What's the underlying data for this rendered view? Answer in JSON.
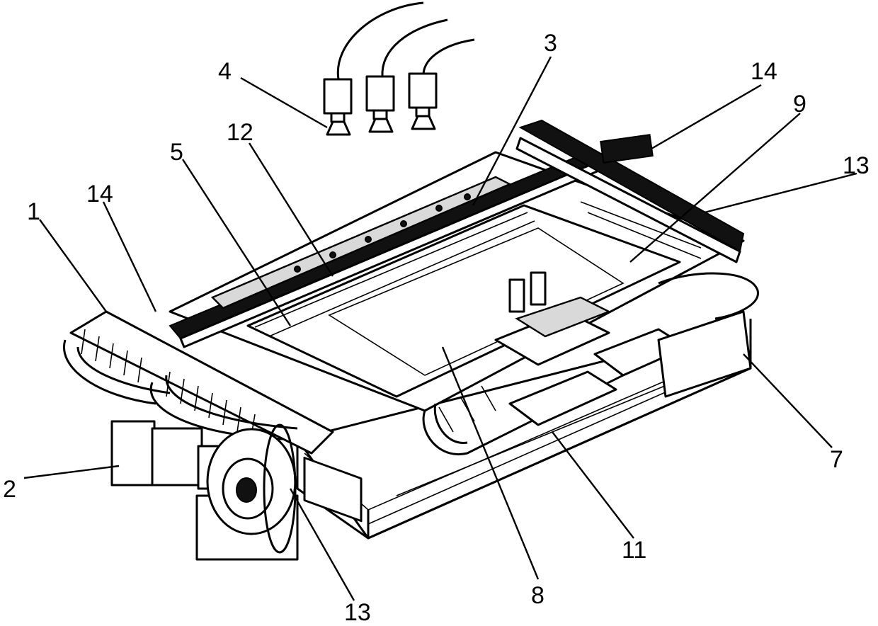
{
  "figure": {
    "labels": [
      {
        "id": "label-1",
        "text": "1"
      },
      {
        "id": "label-2",
        "text": "2"
      },
      {
        "id": "label-3",
        "text": "3"
      },
      {
        "id": "label-4",
        "text": "4"
      },
      {
        "id": "label-5",
        "text": "5"
      },
      {
        "id": "label-7",
        "text": "7"
      },
      {
        "id": "label-8",
        "text": "8"
      },
      {
        "id": "label-9",
        "text": "9"
      },
      {
        "id": "label-11",
        "text": "11"
      },
      {
        "id": "label-12",
        "text": "12"
      },
      {
        "id": "label-13-right",
        "text": "13"
      },
      {
        "id": "label-13-bottom",
        "text": "13"
      },
      {
        "id": "label-14-right",
        "text": "14"
      },
      {
        "id": "label-14-left",
        "text": "14"
      }
    ]
  }
}
